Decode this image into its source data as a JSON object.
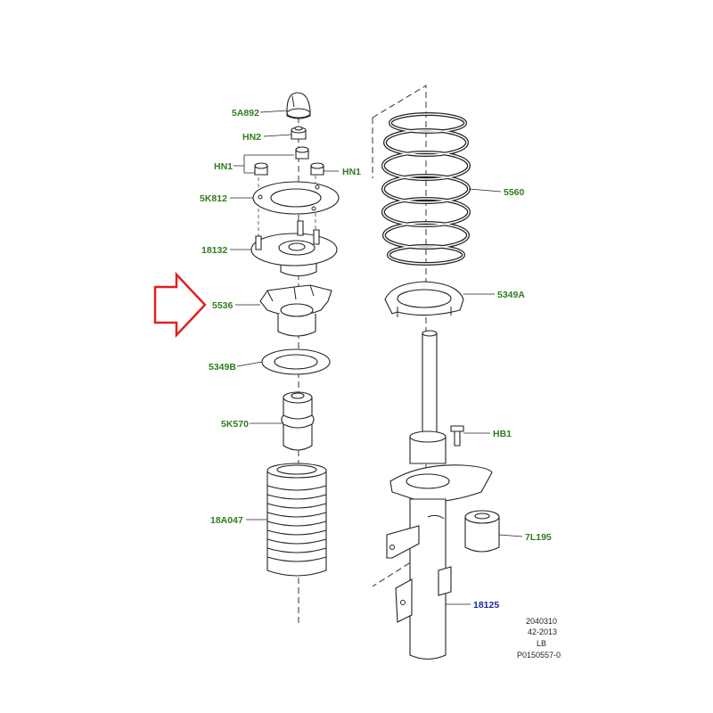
{
  "labels": {
    "5A892": "5A892",
    "HN2": "HN2",
    "HN1_left": "HN1",
    "HN1_right": "HN1",
    "5K812": "5K812",
    "18132": "18132",
    "5536": "5536",
    "5349B": "5349B",
    "5K570": "5K570",
    "18A047": "18A047",
    "5560": "5560",
    "5349A": "5349A",
    "HB1": "HB1",
    "7L195": "7L195",
    "18125": "18125"
  },
  "reference": {
    "line1": "2040310",
    "line2": "42-2013",
    "line3": "LB",
    "line4": "P0150557-0"
  },
  "colors": {
    "label_green": "#2e7d1e",
    "label_blue": "#1a2a9c",
    "arrow_red": "#e02020"
  },
  "icons": {
    "pointer": "red-outline-arrow-right"
  }
}
